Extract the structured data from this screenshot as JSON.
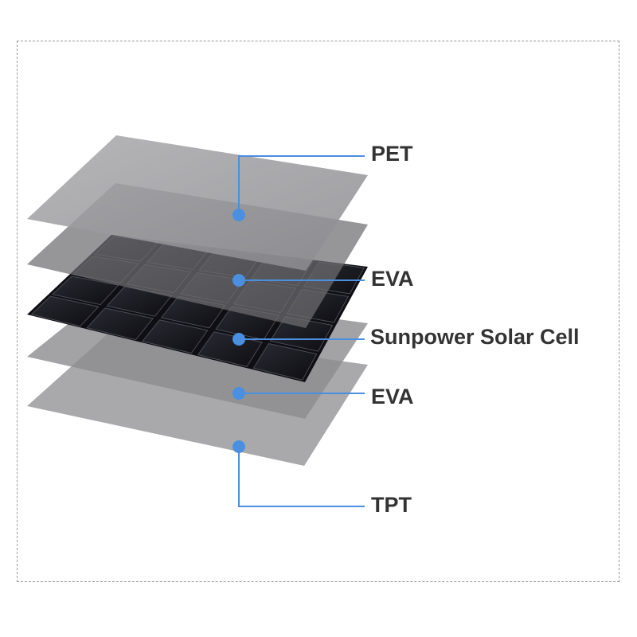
{
  "diagram": {
    "layers": [
      {
        "key": "pet",
        "label": "PET"
      },
      {
        "key": "eva1",
        "label": "EVA"
      },
      {
        "key": "cell",
        "label": "Sunpower Solar Cell"
      },
      {
        "key": "eva2",
        "label": "EVA"
      },
      {
        "key": "tpt",
        "label": "TPT"
      }
    ],
    "colors": {
      "callout": "#4a8fe0",
      "label_text": "#333333",
      "frame_border": "#9a9a9a",
      "sheet": "#8d8d90",
      "cell": "#17171c"
    }
  }
}
